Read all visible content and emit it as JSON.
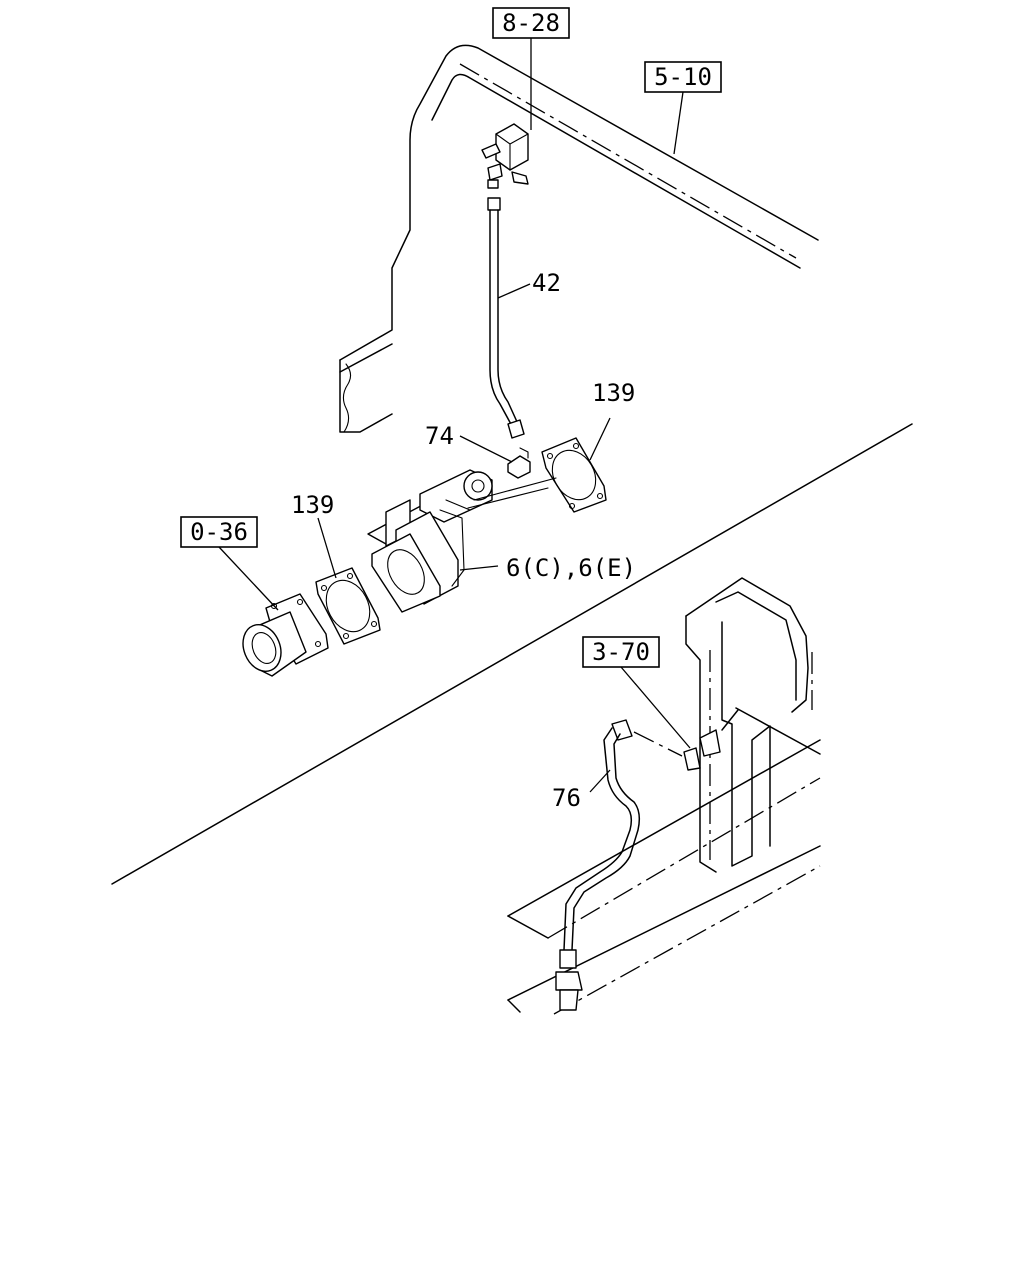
{
  "labels": {
    "ref_8_28": "8-28",
    "ref_5_10": "5-10",
    "ref_0_36": "0-36",
    "ref_3_70": "3-70",
    "part_42": "42",
    "part_74": "74",
    "part_139_upper": "139",
    "part_139_lower": "139",
    "part_6": "6(C),6(E)",
    "part_76": "76"
  }
}
